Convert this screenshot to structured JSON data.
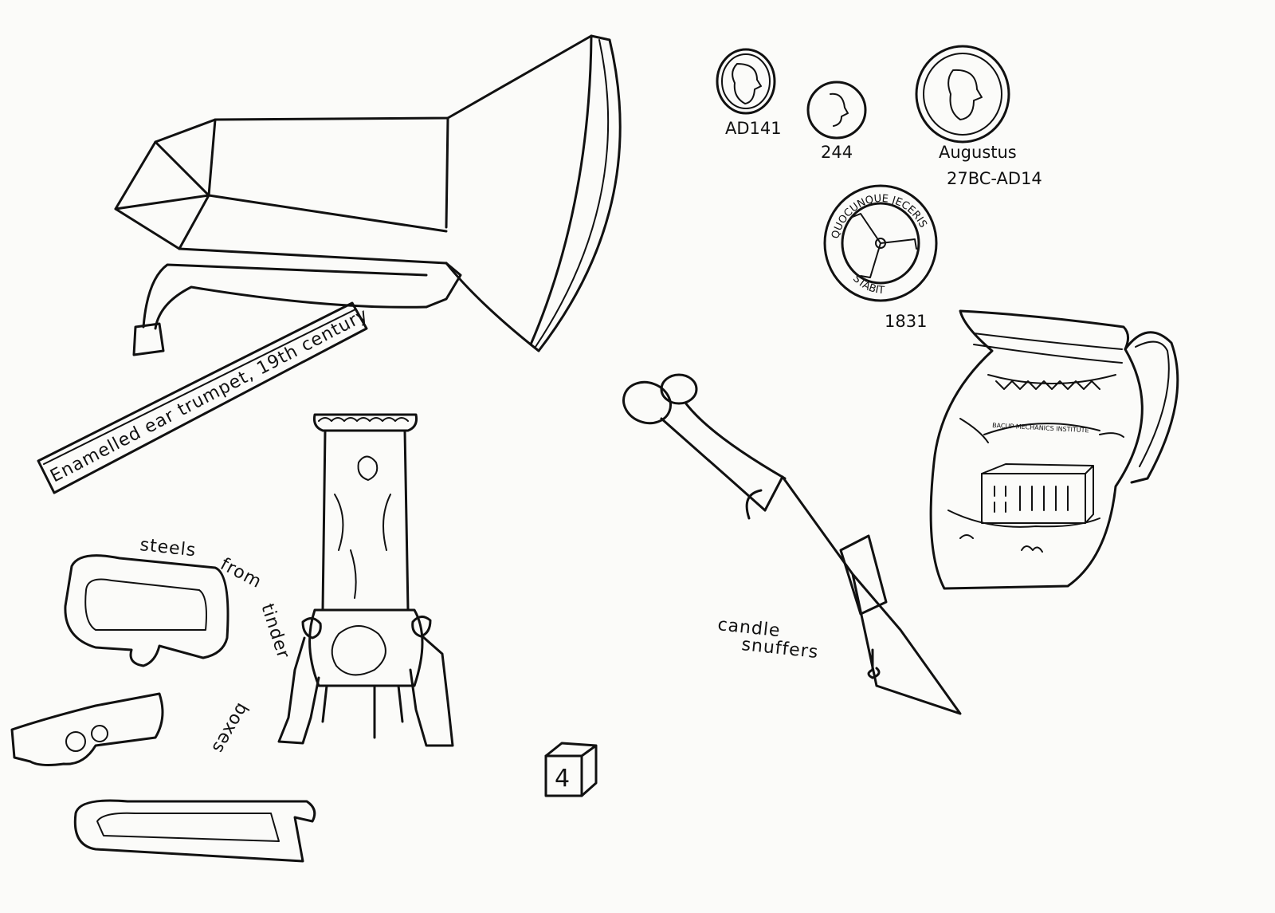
{
  "sheet": {
    "trumpet_caption": "Enamelled ear trumpet, 19th century",
    "coins": [
      {
        "label": "AD141"
      },
      {
        "label": "244"
      },
      {
        "label": "Augustus",
        "label2": "27BC-AD14"
      },
      {
        "label": "1831",
        "legend_top": "QUOCUNQUE JECERIS",
        "legend_bottom": "STABIT"
      }
    ],
    "jug_banner": "BACUP MECHANICS INSTITUTE",
    "steels_words": [
      "steels",
      "from",
      "tinder",
      "boxes"
    ],
    "snuffers_label": [
      "candle",
      "snuffers"
    ],
    "box_number": "4"
  },
  "colors": {
    "paper": "#fbfbf9",
    "ink": "#111111"
  }
}
